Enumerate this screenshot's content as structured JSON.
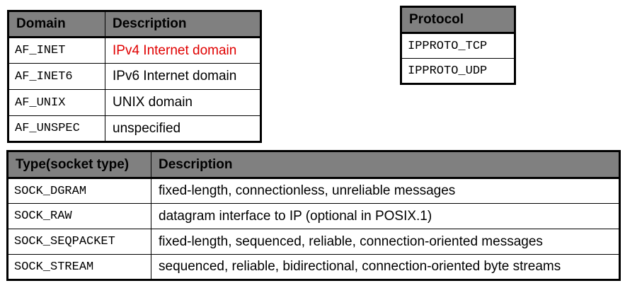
{
  "domain_table": {
    "headers": [
      "Domain",
      "Description"
    ],
    "rows": [
      {
        "name": "AF_INET",
        "description": "IPv4 Internet domain",
        "highlight": "#e00000"
      },
      {
        "name": "AF_INET6",
        "description": "IPv6 Internet domain"
      },
      {
        "name": "AF_UNIX",
        "description": "UNIX domain"
      },
      {
        "name": "AF_UNSPEC",
        "description": "unspecified"
      }
    ]
  },
  "protocol_table": {
    "header": "Protocol",
    "rows": [
      "IPPROTO_TCP",
      "IPPROTO_UDP"
    ]
  },
  "type_table": {
    "headers": [
      "Type(socket type)",
      "Description"
    ],
    "rows": [
      {
        "name": "SOCK_DGRAM",
        "description": "fixed-length, connectionless, unreliable messages"
      },
      {
        "name": "SOCK_RAW",
        "description": "datagram interface to IP (optional in POSIX.1)"
      },
      {
        "name": "SOCK_SEQPACKET",
        "description": "fixed-length, sequenced, reliable, connection-oriented messages"
      },
      {
        "name": "SOCK_STREAM",
        "description": "sequenced, reliable, bidirectional, connection-oriented byte streams"
      }
    ]
  },
  "colors": {
    "header_bg": "#808080",
    "highlight_text": "#e00000",
    "border": "#000000"
  }
}
